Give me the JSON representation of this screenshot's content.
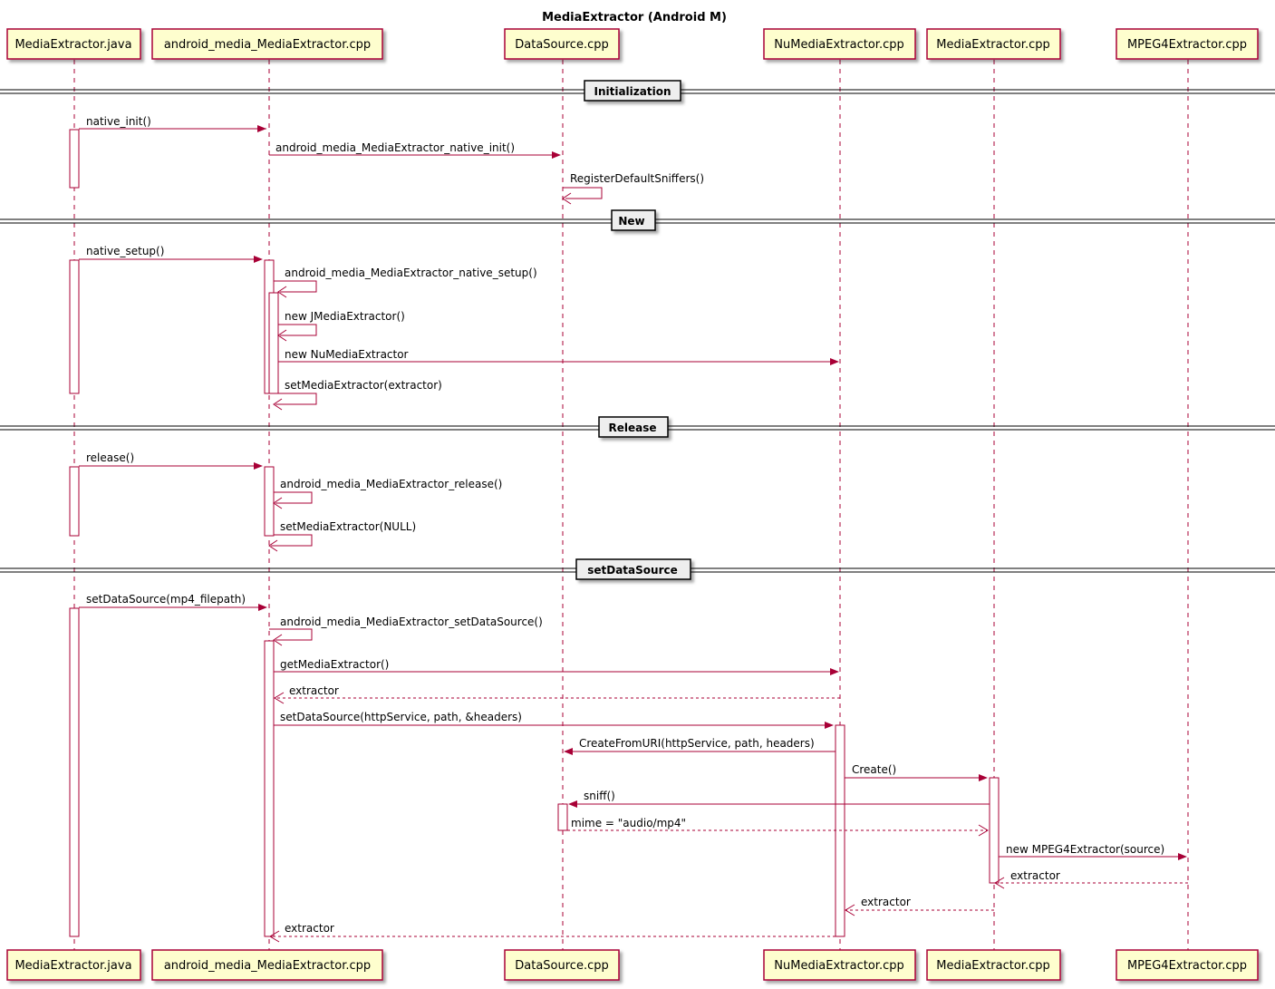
{
  "title": "MediaExtractor (Android M)",
  "participants": [
    {
      "id": "java",
      "label": "MediaExtractor.java"
    },
    {
      "id": "jni",
      "label": "android_media_MediaExtractor.cpp"
    },
    {
      "id": "ds",
      "label": "DataSource.cpp"
    },
    {
      "id": "nu",
      "label": "NuMediaExtractor.cpp"
    },
    {
      "id": "me",
      "label": "MediaExtractor.cpp"
    },
    {
      "id": "mp4",
      "label": "MPEG4Extractor.cpp"
    }
  ],
  "dividers": [
    {
      "label": "Initialization"
    },
    {
      "label": "New"
    },
    {
      "label": "Release"
    },
    {
      "label": "setDataSource"
    }
  ],
  "messages": [
    {
      "label": "native_init()"
    },
    {
      "label": "android_media_MediaExtractor_native_init()"
    },
    {
      "label": "RegisterDefaultSniffers()"
    },
    {
      "label": "native_setup()"
    },
    {
      "label": "android_media_MediaExtractor_native_setup()"
    },
    {
      "label": "new JMediaExtractor()"
    },
    {
      "label": "new NuMediaExtractor"
    },
    {
      "label": "setMediaExtractor(extractor)"
    },
    {
      "label": "release()"
    },
    {
      "label": "android_media_MediaExtractor_release()"
    },
    {
      "label": "setMediaExtractor(NULL)"
    },
    {
      "label": "setDataSource(mp4_filepath)"
    },
    {
      "label": "android_media_MediaExtractor_setDataSource()"
    },
    {
      "label": "getMediaExtractor()"
    },
    {
      "label": "extractor"
    },
    {
      "label": "setDataSource(httpService, path, &headers)"
    },
    {
      "label": "CreateFromURI(httpService, path, headers)"
    },
    {
      "label": "Create()"
    },
    {
      "label": "sniff()"
    },
    {
      "label": "mime = \"audio/mp4\""
    },
    {
      "label": "new MPEG4Extractor(source)"
    },
    {
      "label": "extractor"
    },
    {
      "label": "extractor"
    },
    {
      "label": "extractor"
    }
  ],
  "colors": {
    "participant_fill": "#FEFECE",
    "border": "#A80036",
    "line": "#A80036",
    "divider_fill": "#EEEEEE"
  }
}
